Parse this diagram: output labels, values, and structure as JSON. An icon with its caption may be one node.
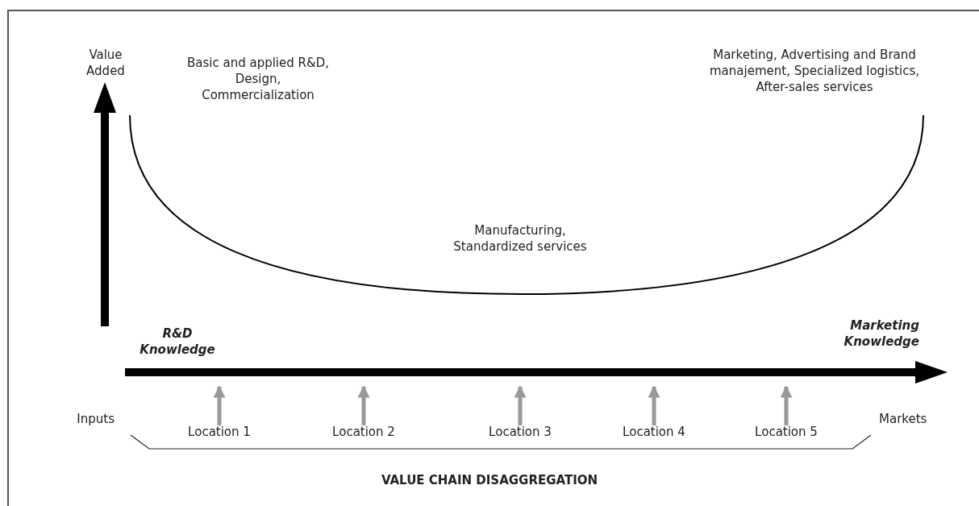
{
  "diagram": {
    "caption": "VALUE CHAIN DISAGGREGATION",
    "nodes": [
      {
        "text": [
          "Location 1"
        ]
      },
      {
        "text": [
          "Location 2"
        ]
      },
      {
        "text": [
          "Location 3"
        ]
      },
      {
        "text": [
          "Location 4"
        ]
      },
      {
        "text": [
          "Location 5"
        ]
      }
    ],
    "edges": [
      {
        "from": 0,
        "to": null,
        "arrow": "to",
        "color": "#999999"
      },
      {
        "from": 1,
        "to": null,
        "arrow": "to",
        "color": "#999999"
      },
      {
        "from": 2,
        "to": null,
        "arrow": "to",
        "color": "#999999"
      },
      {
        "from": 3,
        "to": null,
        "arrow": "to",
        "color": "#999999"
      },
      {
        "from": 4,
        "to": null,
        "arrow": "to",
        "color": "#999999"
      }
    ],
    "labels": [
      "Value Added",
      "Basic and applied R&D, Design, Commercialization",
      "Marketing, Advertising and Brand manajement, Specialized logistics, After-sales services",
      "Manufacturing, Standardized services",
      "R&D Knowledge",
      "Marketing Knowledge",
      "Inputs",
      "Markets"
    ]
  }
}
